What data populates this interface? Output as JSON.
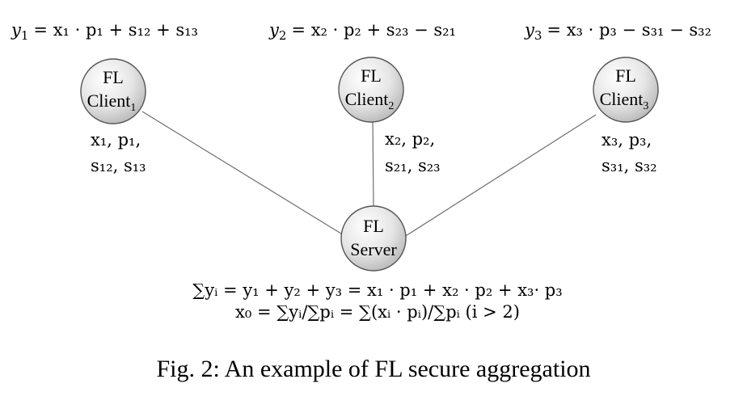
{
  "clients": [
    {
      "label": "FL",
      "sublabel": "Client",
      "index": "1",
      "equation": {
        "y": "y",
        "y_sub": "1",
        "rhs": "= x₁ · p₁ + s₁₂ + s₁₃"
      },
      "vars_line1": "x₁, p₁,",
      "vars_line2": "s₁₂, s₁₃"
    },
    {
      "label": "FL",
      "sublabel": "Client",
      "index": "2",
      "equation": {
        "y": "y",
        "y_sub": "2",
        "rhs": "= x₂ · p₂ + s₂₃ − s₂₁"
      },
      "vars_line1": "x₂, p₂,",
      "vars_line2": "s₂₁, s₂₃"
    },
    {
      "label": "FL",
      "sublabel": "Client",
      "index": "3",
      "equation": {
        "y": "y",
        "y_sub": "3",
        "rhs": "= x₃ · p₃ − s₃₁ − s₃₂"
      },
      "vars_line1": "x₃, p₃,",
      "vars_line2": "s₃₁, s₃₂"
    }
  ],
  "server": {
    "label": "FL",
    "sublabel": "Server"
  },
  "aggregation": {
    "line1": "∑yᵢ = y₁ + y₂ + y₃ = x₁ · p₁ + x₂ · p₂ + x₃· p₃",
    "line2": "x₀ = ∑yᵢ/∑pᵢ = ∑(xᵢ · pᵢ)/∑pᵢ (i > 2)"
  },
  "caption": "Fig. 2: An example of FL secure aggregation",
  "colors": {
    "node_fill_light": "#ffffff",
    "node_fill_dark": "#bdbdbd",
    "node_stroke": "#555555",
    "edge": "#6e6e6e"
  }
}
